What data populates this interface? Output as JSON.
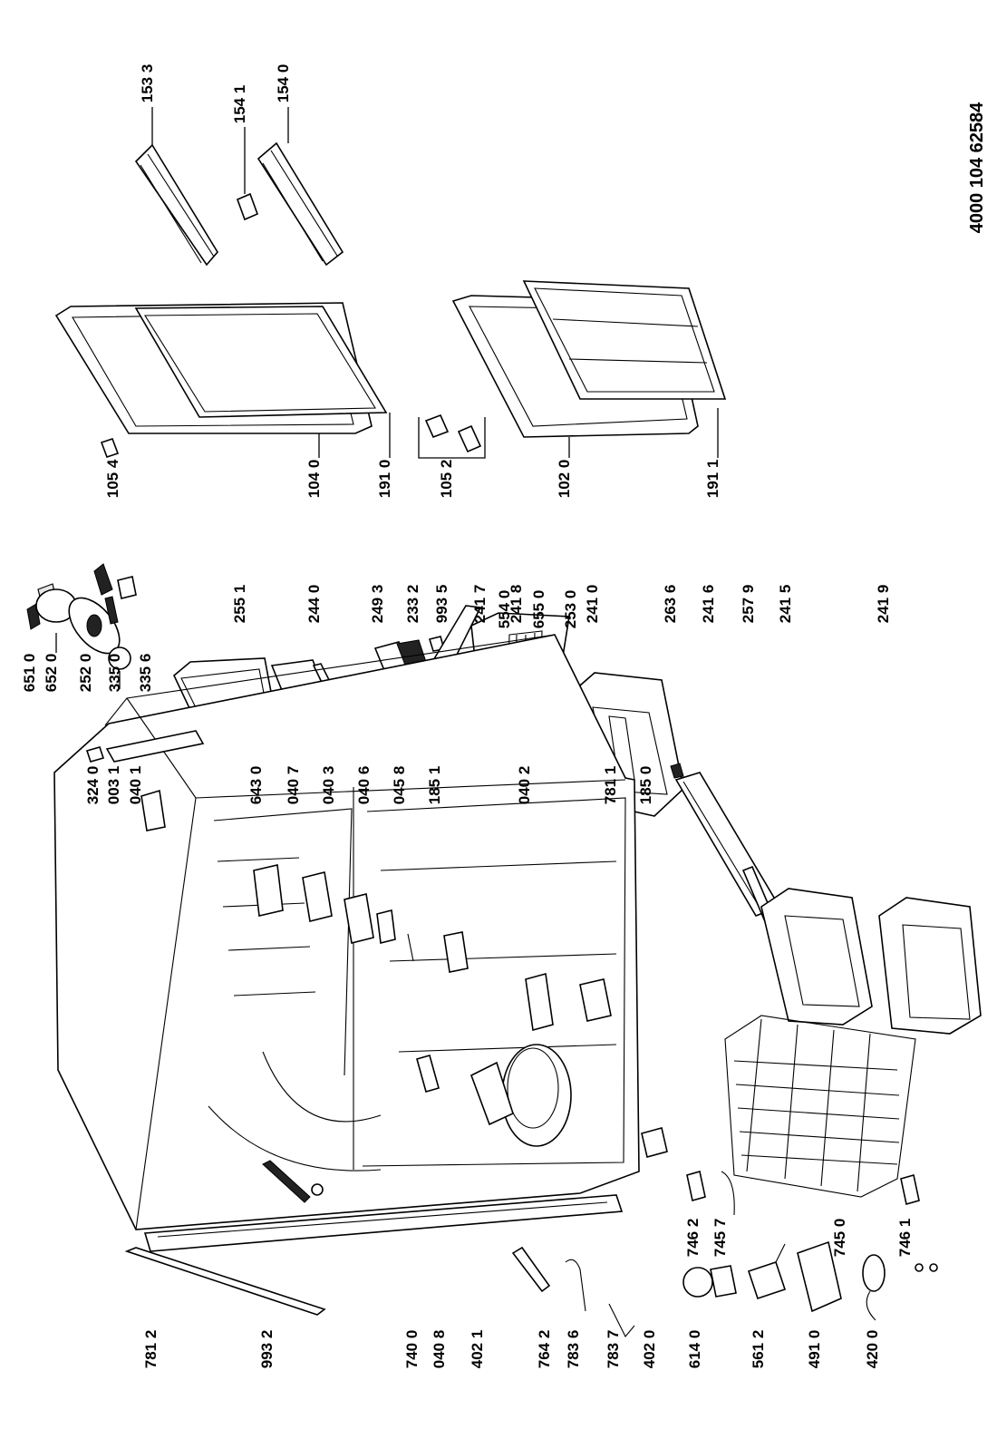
{
  "document_number": "4000 104 62584",
  "labels": [
    {
      "id": "l1533",
      "text": "153 3"
    },
    {
      "id": "l1541",
      "text": "154 1"
    },
    {
      "id": "l1540",
      "text": "154 0"
    },
    {
      "id": "l1054",
      "text": "105 4"
    },
    {
      "id": "l1040",
      "text": "104 0"
    },
    {
      "id": "l1910",
      "text": "191 0"
    },
    {
      "id": "l1052",
      "text": "105 2"
    },
    {
      "id": "l1020",
      "text": "102 0"
    },
    {
      "id": "l1911",
      "text": "191 1"
    },
    {
      "id": "l6510",
      "text": "651 0"
    },
    {
      "id": "l6520",
      "text": "652 0"
    },
    {
      "id": "l2520",
      "text": "252 0"
    },
    {
      "id": "l3350",
      "text": "335 0"
    },
    {
      "id": "l3356",
      "text": "335 6"
    },
    {
      "id": "l5540",
      "text": "554 0"
    },
    {
      "id": "l6550",
      "text": "655 0"
    },
    {
      "id": "l2530",
      "text": "253 0"
    },
    {
      "id": "l2551",
      "text": "255 1"
    },
    {
      "id": "l2440",
      "text": "244 0"
    },
    {
      "id": "l2493",
      "text": "249 3"
    },
    {
      "id": "l2332",
      "text": "233 2"
    },
    {
      "id": "l9935",
      "text": "993 5"
    },
    {
      "id": "l2417",
      "text": "241 7"
    },
    {
      "id": "l2418",
      "text": "241 8"
    },
    {
      "id": "l2410",
      "text": "241 0"
    },
    {
      "id": "l2636",
      "text": "263 6"
    },
    {
      "id": "l2416",
      "text": "241 6"
    },
    {
      "id": "l2579",
      "text": "257 9"
    },
    {
      "id": "l2415",
      "text": "241 5"
    },
    {
      "id": "l2419",
      "text": "241 9"
    },
    {
      "id": "l3240",
      "text": "324 0"
    },
    {
      "id": "l0031",
      "text": "003 1"
    },
    {
      "id": "l0401",
      "text": "040 1"
    },
    {
      "id": "l6430",
      "text": "643 0"
    },
    {
      "id": "l0407",
      "text": "040 7"
    },
    {
      "id": "l0403",
      "text": "040 3"
    },
    {
      "id": "l0406",
      "text": "040 6"
    },
    {
      "id": "l0458",
      "text": "045 8"
    },
    {
      "id": "l1851",
      "text": "185 1"
    },
    {
      "id": "l0402",
      "text": "040 2"
    },
    {
      "id": "l7811",
      "text": "781 1"
    },
    {
      "id": "l1850",
      "text": "185 0"
    },
    {
      "id": "l7462",
      "text": "746 2"
    },
    {
      "id": "l7457",
      "text": "745 7"
    },
    {
      "id": "l7450",
      "text": "745 0"
    },
    {
      "id": "l7461",
      "text": "746 1"
    },
    {
      "id": "l7812",
      "text": "781 2"
    },
    {
      "id": "l9932",
      "text": "993 2"
    },
    {
      "id": "l7400",
      "text": "740 0"
    },
    {
      "id": "l0408",
      "text": "040 8"
    },
    {
      "id": "l4021",
      "text": "402 1"
    },
    {
      "id": "l7642",
      "text": "764 2"
    },
    {
      "id": "l7836",
      "text": "783 6"
    },
    {
      "id": "l7837",
      "text": "783 7"
    },
    {
      "id": "l4020",
      "text": "402 0"
    },
    {
      "id": "l6140",
      "text": "614 0"
    },
    {
      "id": "l5612",
      "text": "561 2"
    },
    {
      "id": "l4910",
      "text": "491 0"
    },
    {
      "id": "l4200",
      "text": "420 0"
    }
  ]
}
